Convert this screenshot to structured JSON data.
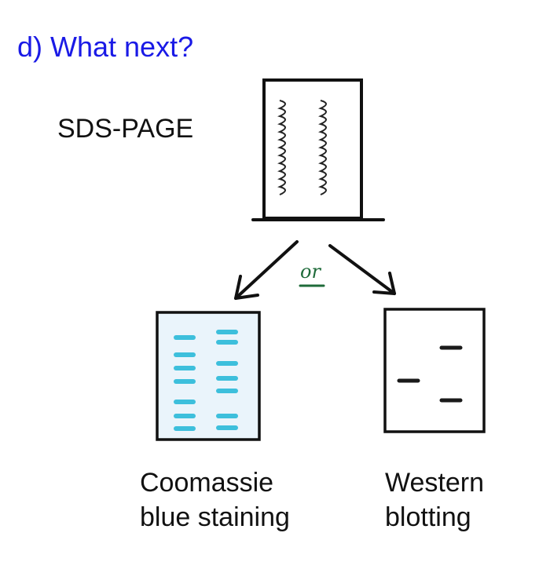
{
  "heading": "d) What next?",
  "labels": {
    "sds_page": "SDS-PAGE",
    "or": "or",
    "coomassie_line1": "Coomassie",
    "coomassie_line2": "blue staining",
    "western_line1": "Western",
    "western_line2": "blotting"
  },
  "colors": {
    "heading": "#1a1ae6",
    "ink": "#111111",
    "or_text": "#1f6b3a",
    "coomassie_background": "#eaf4fb",
    "coomassie_band": "#3dbfdc",
    "western_band": "#1a1a1a"
  }
}
